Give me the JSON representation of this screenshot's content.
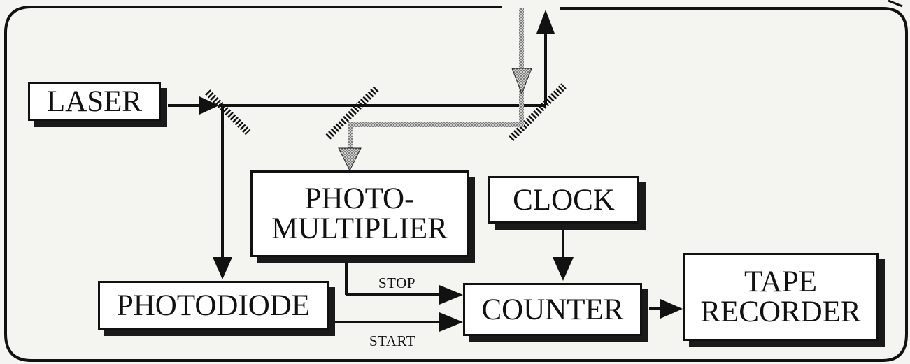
{
  "blocks": {
    "laser": "LASER",
    "photomultiplier": [
      "PHOTO-",
      "MULTIPLIER"
    ],
    "clock": "CLOCK",
    "photodiode": "PHOTODIODE",
    "counter": "COUNTER",
    "tape_recorder": [
      "TAPE",
      "RECORDER"
    ]
  },
  "signals": {
    "stop": "STOP",
    "start": "START"
  },
  "colors": {
    "ink": "#111111",
    "beam_return": "#777777",
    "paper": "#f4f4f1",
    "box_fill": "#ffffff"
  }
}
